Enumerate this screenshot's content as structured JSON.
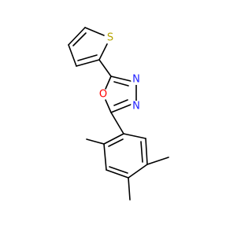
{
  "molecule": {
    "atoms": {
      "sulfur": {
        "symbol": "S",
        "color": "#b5a300"
      },
      "oxygen": {
        "symbol": "O",
        "color": "#ff0000"
      },
      "nitrogen_upper": {
        "symbol": "N",
        "color": "#2020ff"
      },
      "nitrogen_lower": {
        "symbol": "N",
        "color": "#2020ff"
      }
    },
    "bond_color": "#000000"
  }
}
